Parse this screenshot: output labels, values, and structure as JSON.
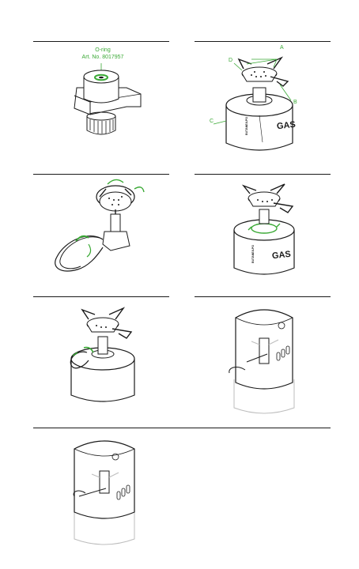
{
  "colors": {
    "accent": "#3aa935",
    "line": "#1a1a1a",
    "faded": "#bdbdbd"
  },
  "figure1": {
    "callout_line1": "O-ring",
    "callout_line2": "Art. No. 8017957"
  },
  "figure2": {
    "labels": [
      "A",
      "B",
      "C",
      "D"
    ],
    "cartridge_text": "GAS",
    "cartridge_brand": "BUTANE/LPG"
  },
  "figure4": {
    "cartridge_text": "GAS",
    "cartridge_brand": "BUTANE/LPG"
  }
}
